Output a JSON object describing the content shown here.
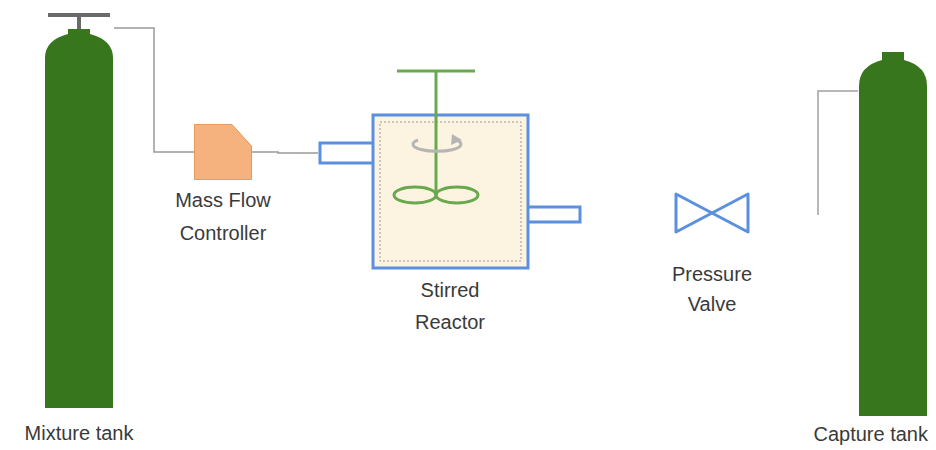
{
  "diagram": {
    "nodes": [
      {
        "text": [
          "Mixture tank"
        ]
      },
      {
        "text": [
          "Mass Flow Controller"
        ]
      },
      {
        "text": [
          "Stirred Reactor"
        ]
      },
      {
        "text": [
          "Pressure Valve"
        ]
      },
      {
        "text": [
          "Capture tank"
        ]
      }
    ],
    "edges": [
      {
        "from": 0,
        "to": 1,
        "arrow": "none"
      },
      {
        "from": 1,
        "to": 2,
        "arrow": "none"
      }
    ]
  }
}
